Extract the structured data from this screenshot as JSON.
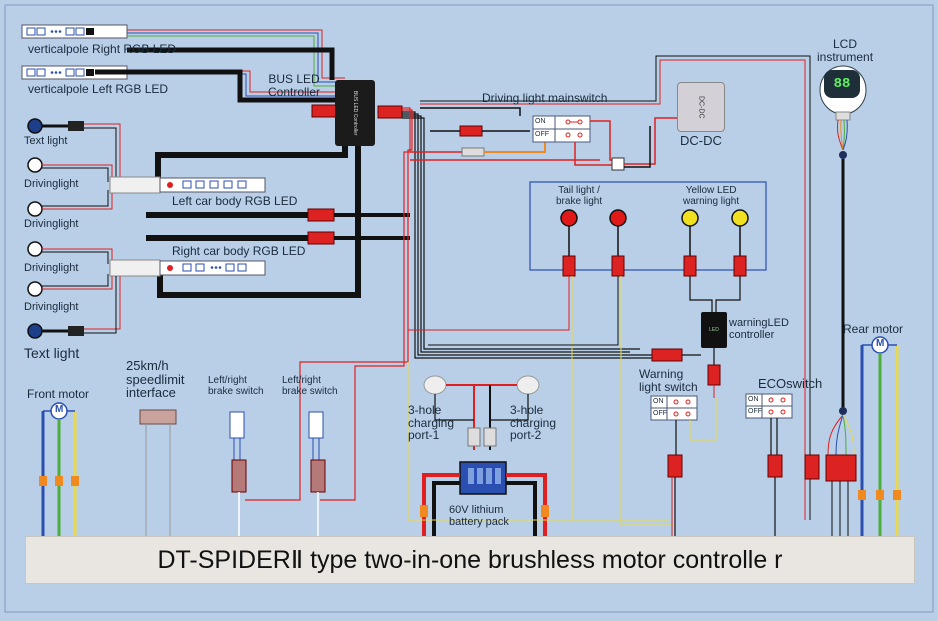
{
  "diagram": {
    "controller_title": "DT-SPIDERⅡ type two-in-one brushless motor controlle r",
    "labels": {
      "vertical_right": "verticalpole Right RGB LED",
      "vertical_left": "verticalpole Left RGB LED",
      "bus_controller": "BUS LED\nController",
      "driving_light_main_switch": "Driving light mainswitch",
      "dcdc": "DC-DC",
      "lcd_instrument": "LCD\ninstrument",
      "text_light_top": "Text light",
      "driving_light_1": "Drivinglight",
      "driving_light_2": "Drivinglight",
      "left_body_rgb": "Left car body RGB LED",
      "right_body_rgb": "Right car body RGB LED",
      "driving_light_3": "Drivinglight",
      "driving_light_4": "Drivinglight",
      "text_light_bottom": "Text light",
      "tail_brake": "Tail light /\nbrake light",
      "yellow_led": "Yellow LED\nwarning light",
      "warning_led_controller": "warningLED\ncontroller",
      "rear_motor": "Rear motor",
      "speed_limit": "25km/h\nspeedlimit\ninterface",
      "front_motor": "Front motor",
      "brake_switch_1": "Left/right\nbrake switch",
      "brake_switch_2": "Left/right\nbrake switch",
      "charging_port_1": "3-hole\ncharging\nport-1",
      "charging_port_2": "3-hole\ncharging\nport-2",
      "battery": "60V lithium\nbattery pack",
      "warning_light_switch": "Warning\nlight switch",
      "eco_switch": "ECOswitch"
    },
    "switch_states": {
      "on": "ON",
      "off": "OFF"
    },
    "lcd_display": "88",
    "motor_symbol": "M",
    "colors": {
      "background": "#b9cfe8",
      "wire_black": "#111111",
      "wire_red": "#e02020",
      "wire_yellow": "#e8d84a",
      "wire_green": "#4cae3a",
      "wire_blue": "#2a4fb0",
      "wire_orange": "#f08a20",
      "bus_controller_body": "#1b1b1b",
      "controller_bar": "#e9e6e1",
      "brake_lamp": "#e01818",
      "warning_lamp": "#f0e020"
    }
  }
}
